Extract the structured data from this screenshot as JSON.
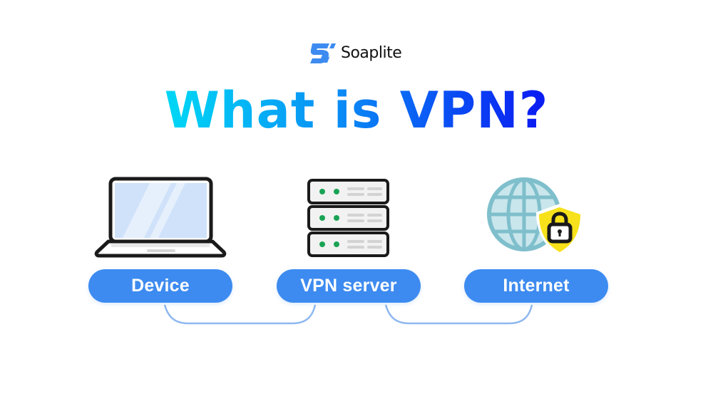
{
  "brand": {
    "name": "Soaplite",
    "logo_icon": "soaplite-s-logo-icon",
    "logo_color": "#3d8bf0"
  },
  "title": {
    "text": "What is VPN?",
    "gradient_start": "#00d4f5",
    "gradient_end": "#0a1df2"
  },
  "nodes": [
    {
      "id": "device",
      "label": "Device",
      "icon": "laptop-icon"
    },
    {
      "id": "vpn-server",
      "label": "VPN server",
      "icon": "server-rack-icon"
    },
    {
      "id": "internet",
      "label": "Internet",
      "icon": "globe-with-lock-shield-icon"
    }
  ],
  "connections": [
    {
      "from": "Device",
      "to": "VPN server"
    },
    {
      "from": "VPN server",
      "to": "Internet"
    }
  ],
  "colors": {
    "pill_background": "#3d8bf0",
    "pill_text": "#ffffff",
    "connector": "#8fb8ef",
    "server_led": "#1aa355",
    "globe": "#7fbfcc",
    "globe_fill": "#c9e6ec",
    "shield": "#f7e11a",
    "laptop_screen": "#cfe2fa",
    "outline": "#1a1a1a"
  }
}
